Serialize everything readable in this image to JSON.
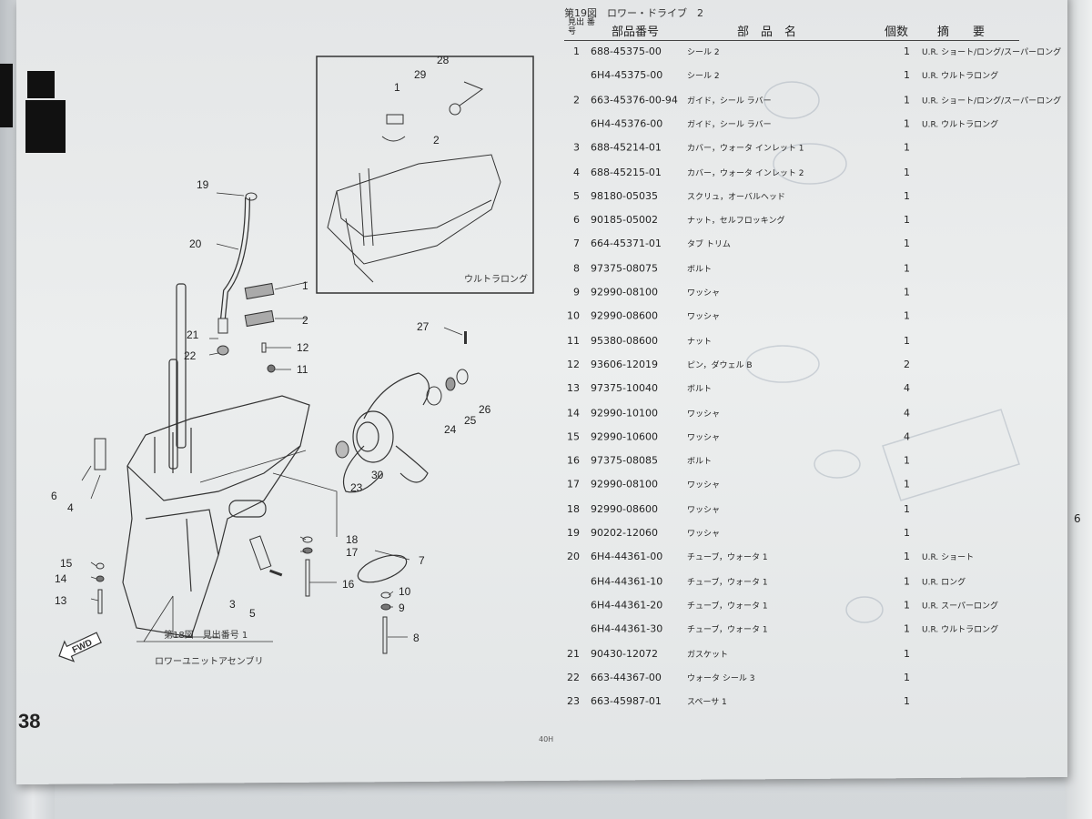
{
  "page_number": "38",
  "page_code": "40H",
  "figure_title": "第19図　ロワー・ドライブ　2",
  "table_headers": {
    "ref_no": "見出 番号",
    "part_no": "部品番号",
    "part_name": "部　品　名",
    "qty": "個数",
    "remarks": "摘　　要"
  },
  "diagram": {
    "inset_label": "ウルトラロング",
    "ref_caption_1": "第18図　見出番号 1",
    "ref_caption_2": "ロワーユニットアセンブリ",
    "fwd_label": "FWD",
    "callouts": [
      "19",
      "20",
      "1",
      "2",
      "21",
      "22",
      "12",
      "11",
      "27",
      "6",
      "4",
      "24",
      "25",
      "26",
      "23",
      "30",
      "15",
      "14",
      "13",
      "3",
      "5",
      "18",
      "17",
      "16",
      "7",
      "10",
      "9",
      "8",
      "29",
      "28",
      "1",
      "2"
    ],
    "edge_label": "6"
  },
  "parts": [
    {
      "no": "1",
      "part_no": "688-45375-00",
      "name": "シール 2",
      "qty": "1",
      "remarks": "U.R. ショート/ロング/スーパーロング"
    },
    {
      "no": "",
      "part_no": "6H4-45375-00",
      "name": "シール 2",
      "qty": "1",
      "remarks": "U.R. ウルトラロング"
    },
    {
      "no": "2",
      "part_no": "663-45376-00-94",
      "name": "ガイド，シール ラバー",
      "qty": "1",
      "remarks": "U.R. ショート/ロング/スーパーロング"
    },
    {
      "no": "",
      "part_no": "6H4-45376-00",
      "name": "ガイド，シール ラバー",
      "qty": "1",
      "remarks": "U.R. ウルトラロング"
    },
    {
      "no": "3",
      "part_no": "688-45214-01",
      "name": "カバー，ウォータ インレット 1",
      "qty": "1",
      "remarks": ""
    },
    {
      "no": "4",
      "part_no": "688-45215-01",
      "name": "カバー，ウォータ インレット 2",
      "qty": "1",
      "remarks": ""
    },
    {
      "no": "5",
      "part_no": "98180-05035",
      "name": "スクリュ，オーバルヘッド",
      "qty": "1",
      "remarks": ""
    },
    {
      "no": "6",
      "part_no": "90185-05002",
      "name": "ナット，セルフロッキング",
      "qty": "1",
      "remarks": ""
    },
    {
      "no": "7",
      "part_no": "664-45371-01",
      "name": "タブ トリム",
      "qty": "1",
      "remarks": ""
    },
    {
      "no": "8",
      "part_no": "97375-08075",
      "name": "ボルト",
      "qty": "1",
      "remarks": ""
    },
    {
      "no": "9",
      "part_no": "92990-08100",
      "name": "ワッシャ",
      "qty": "1",
      "remarks": ""
    },
    {
      "no": "10",
      "part_no": "92990-08600",
      "name": "ワッシャ",
      "qty": "1",
      "remarks": ""
    },
    {
      "no": "11",
      "part_no": "95380-08600",
      "name": "ナット",
      "qty": "1",
      "remarks": ""
    },
    {
      "no": "12",
      "part_no": "93606-12019",
      "name": "ピン，ダウェル B",
      "qty": "2",
      "remarks": ""
    },
    {
      "no": "13",
      "part_no": "97375-10040",
      "name": "ボルト",
      "qty": "4",
      "remarks": ""
    },
    {
      "no": "14",
      "part_no": "92990-10100",
      "name": "ワッシャ",
      "qty": "4",
      "remarks": ""
    },
    {
      "no": "15",
      "part_no": "92990-10600",
      "name": "ワッシャ",
      "qty": "4",
      "remarks": ""
    },
    {
      "no": "16",
      "part_no": "97375-08085",
      "name": "ボルト",
      "qty": "1",
      "remarks": ""
    },
    {
      "no": "17",
      "part_no": "92990-08100",
      "name": "ワッシャ",
      "qty": "1",
      "remarks": ""
    },
    {
      "no": "18",
      "part_no": "92990-08600",
      "name": "ワッシャ",
      "qty": "1",
      "remarks": ""
    },
    {
      "no": "19",
      "part_no": "90202-12060",
      "name": "ワッシャ",
      "qty": "1",
      "remarks": ""
    },
    {
      "no": "20",
      "part_no": "6H4-44361-00",
      "name": "チューブ，ウォータ 1",
      "qty": "1",
      "remarks": "U.R. ショート"
    },
    {
      "no": "",
      "part_no": "6H4-44361-10",
      "name": "チューブ，ウォータ 1",
      "qty": "1",
      "remarks": "U.R. ロング"
    },
    {
      "no": "",
      "part_no": "6H4-44361-20",
      "name": "チューブ，ウォータ 1",
      "qty": "1",
      "remarks": "U.R. スーパーロング"
    },
    {
      "no": "",
      "part_no": "6H4-44361-30",
      "name": "チューブ，ウォータ 1",
      "qty": "1",
      "remarks": "U.R. ウルトラロング"
    },
    {
      "no": "21",
      "part_no": "90430-12072",
      "name": "ガスケット",
      "qty": "1",
      "remarks": ""
    },
    {
      "no": "22",
      "part_no": "663-44367-00",
      "name": "ウォータ シール 3",
      "qty": "1",
      "remarks": ""
    },
    {
      "no": "23",
      "part_no": "663-45987-01",
      "name": "スペーサ 1",
      "qty": "1",
      "remarks": ""
    }
  ]
}
